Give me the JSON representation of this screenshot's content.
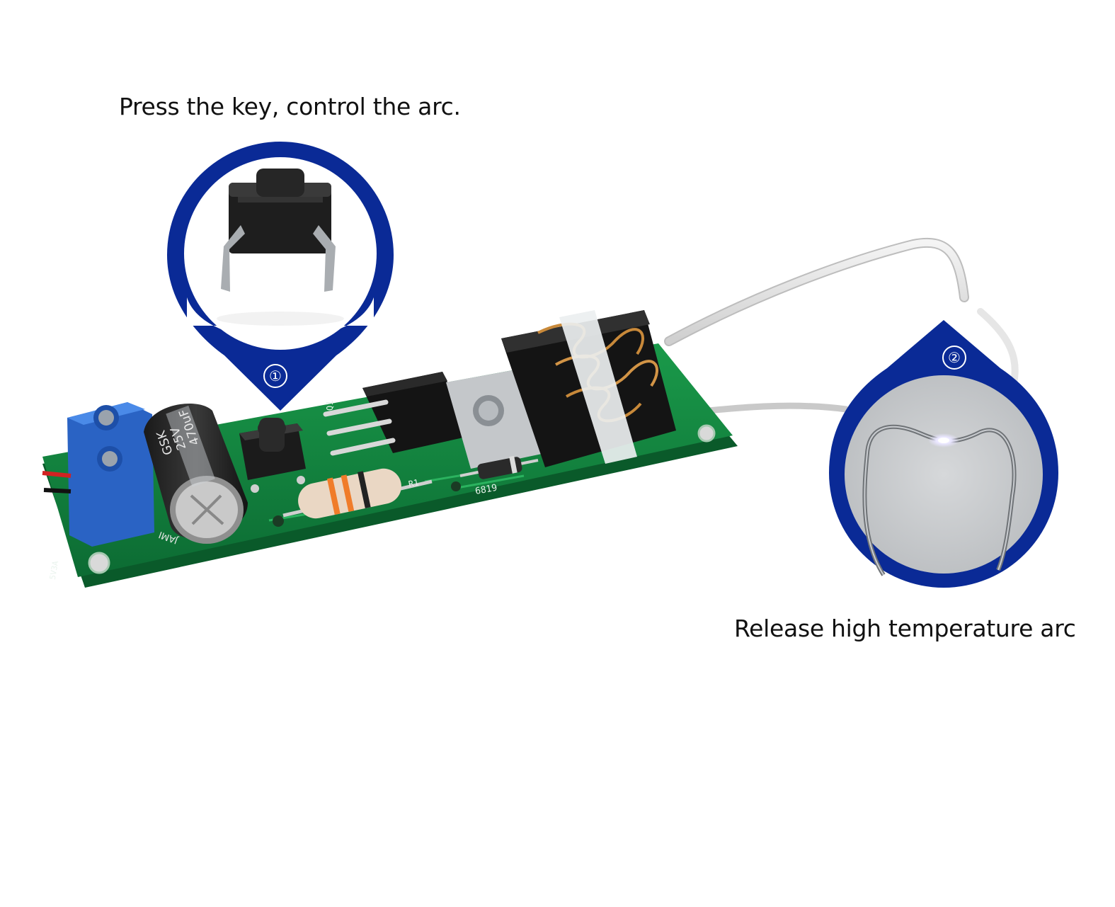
{
  "callouts": [
    {
      "number": "①",
      "caption": "Press the key, control the arc."
    },
    {
      "number": "②",
      "caption": "Release high temperature arc"
    }
  ],
  "board_markings": {
    "capacitor_line1": "GSK",
    "capacitor_line2": "25V",
    "capacitor_line3": "470uF",
    "capacitor_brand": "JAMI",
    "diode_label": "6819",
    "resistor_label": "R1",
    "transistor_label": "Q1",
    "connector_label": "5V3A"
  },
  "colors": {
    "callout_blue": "#0a2a96",
    "pcb_green": "#0f7a3a",
    "terminal_blue": "#2f6fd6"
  }
}
